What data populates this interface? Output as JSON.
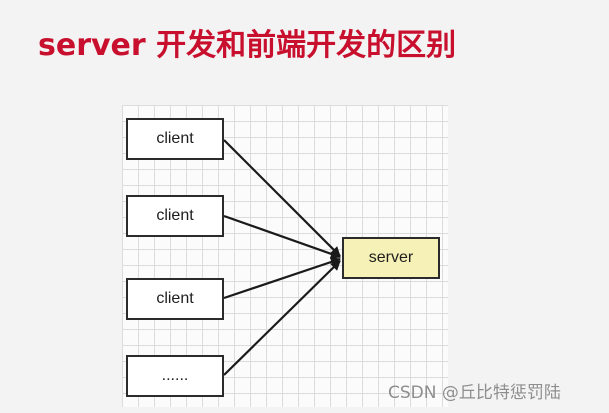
{
  "title": "server 开发和前端开发的区别",
  "diagram": {
    "clients": [
      {
        "label": "client"
      },
      {
        "label": "client"
      },
      {
        "label": "client"
      },
      {
        "label": "......"
      }
    ],
    "server": {
      "label": "server"
    },
    "colors": {
      "title": "#c8102e",
      "server_fill": "#f6f1b6",
      "node_border": "#2b2b2b",
      "grid_line": "#dcdcdc"
    }
  },
  "watermark": "CSDN @丘比特惩罚陆"
}
